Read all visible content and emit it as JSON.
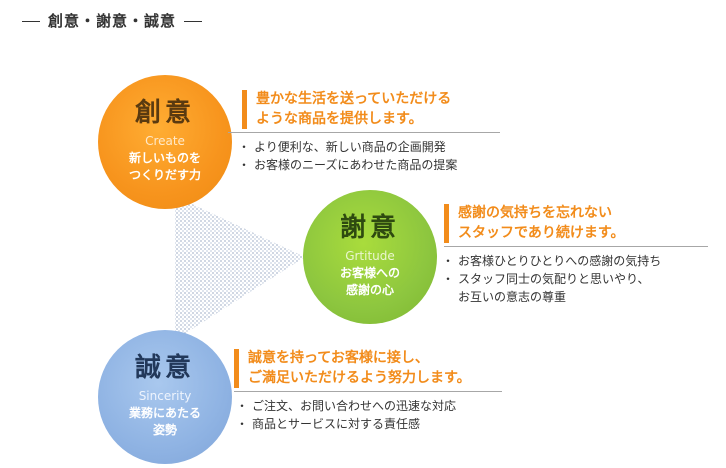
{
  "title": {
    "text": "創意・謝意・誠意"
  },
  "colors": {
    "accent_orange": "#f28c1b",
    "create_circle": "#f7941d",
    "gratitude_circle": "#8dc63f",
    "sincerity_circle": "#8fb3e3",
    "connector": "#b9c6d8",
    "rule": "#a7a7a7"
  },
  "values": [
    {
      "kanji": "創意",
      "roman": "Create",
      "desc_lines": [
        "新しいものを",
        "つくりだす力"
      ],
      "headline_lines": [
        "豊かな生活を送っていただける",
        "ような商品を提供します。"
      ],
      "bullets": [
        "より便利な、新しい商品の企画開発",
        "お客様のニーズにあわせた商品の提案"
      ]
    },
    {
      "kanji": "謝意",
      "roman": "Grtitude",
      "desc_lines": [
        "お客様への",
        "感謝の心"
      ],
      "headline_lines": [
        "感謝の気持ちを忘れない",
        "スタッフであり続けます。"
      ],
      "bullets": [
        "お客様ひとりひとりへの感謝の気持ち",
        "スタッフ同士の気配りと思いやり、",
        "お互いの意志の尊重"
      ]
    },
    {
      "kanji": "誠意",
      "roman": "Sincerity",
      "desc_lines": [
        "業務にあたる",
        "姿勢"
      ],
      "headline_lines": [
        "誠意を持ってお客様に接し、",
        "ご満足いただけるよう努力します。"
      ],
      "bullets": [
        "ご注文、お問い合わせへの迅速な対応",
        "商品とサービスに対する責任感"
      ]
    }
  ]
}
